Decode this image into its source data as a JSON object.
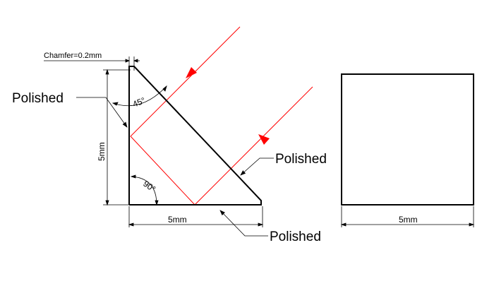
{
  "diagram": {
    "labels": {
      "chamfer": "Chamfer=0.2mm",
      "polished_left": "Polished",
      "polished_right": "Polished",
      "polished_bottom": "Polished",
      "angle_45": "45°",
      "angle_90": "90°",
      "dim_height": "5mm",
      "dim_width_prism": "5mm",
      "dim_width_square": "5mm"
    },
    "colors": {
      "outline": "#000000",
      "beam": "#ff0000"
    }
  }
}
